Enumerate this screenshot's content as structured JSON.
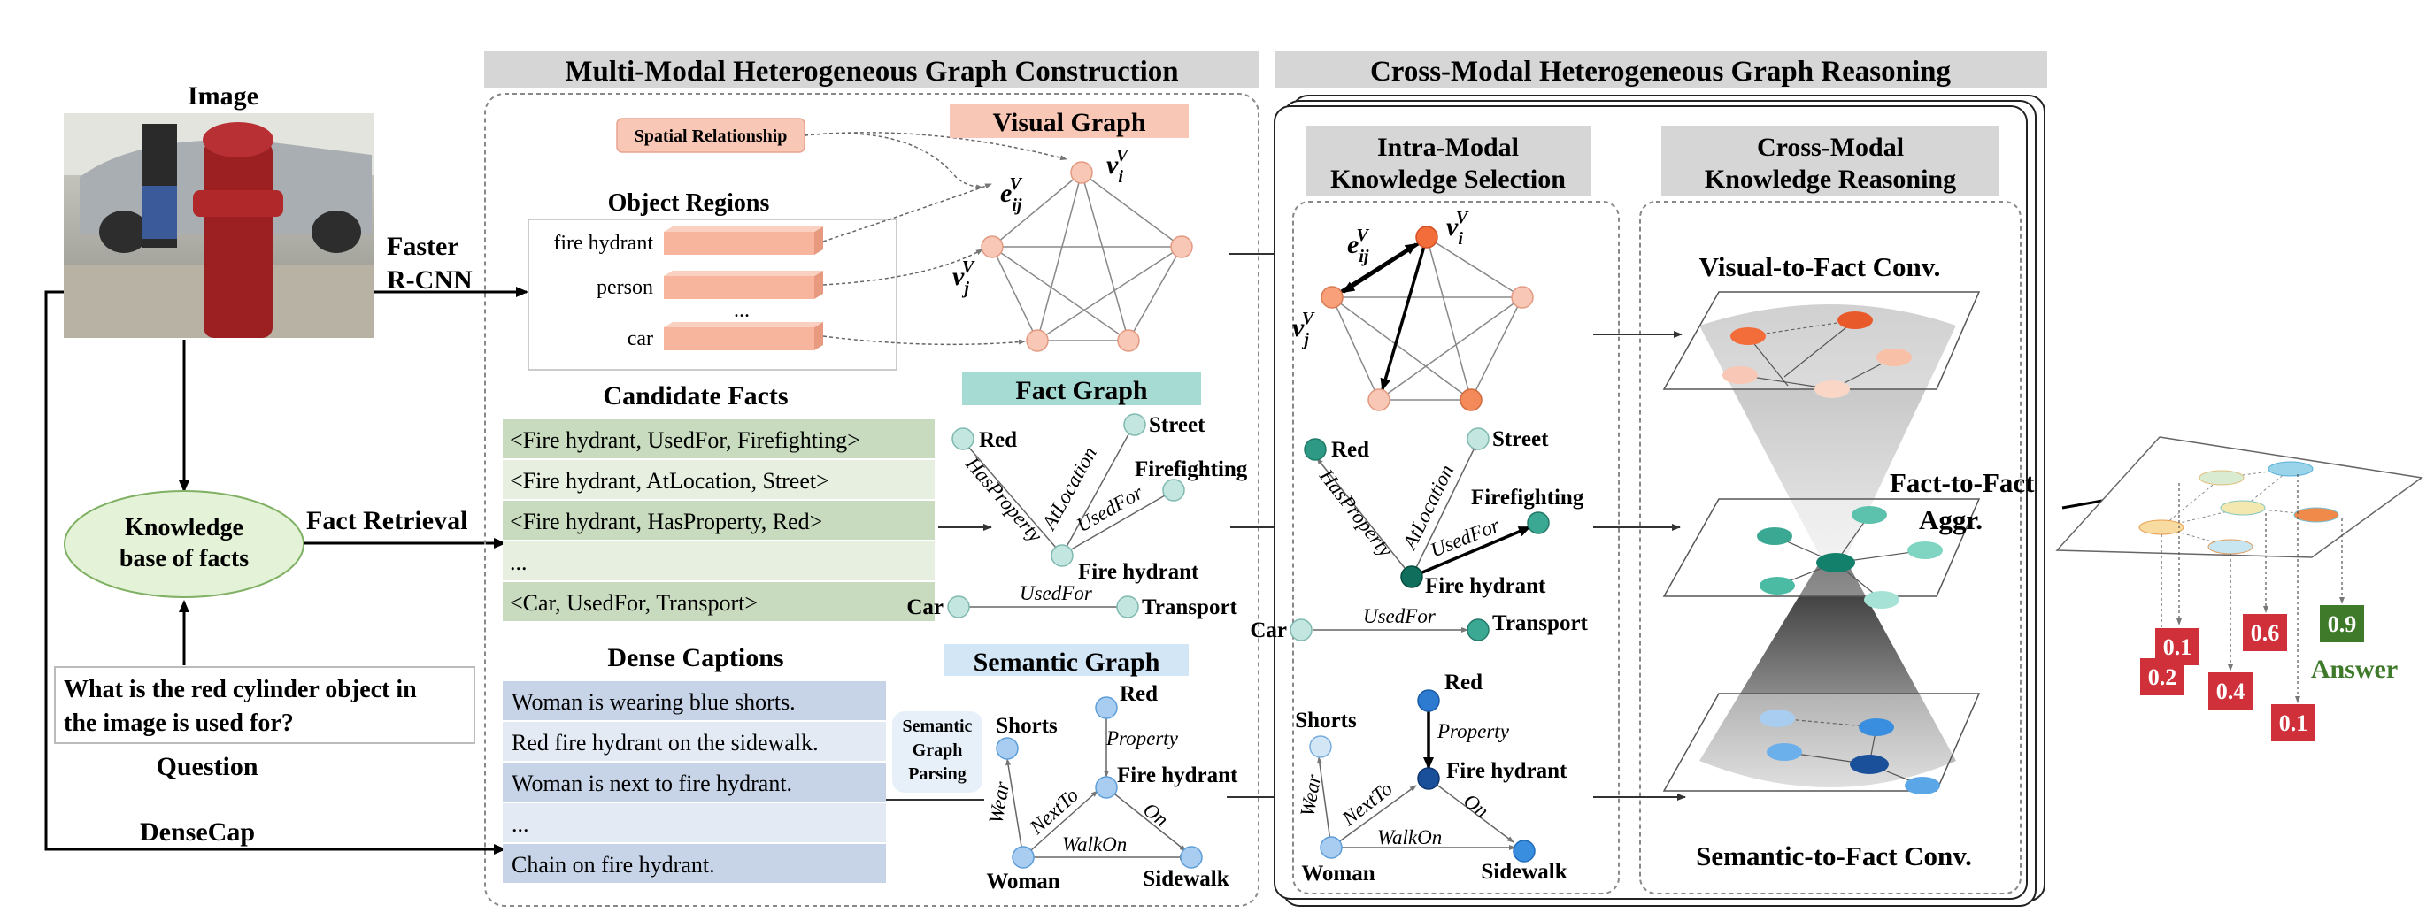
{
  "input": {
    "image_label": "Image",
    "faster_rcnn": [
      "Faster",
      "R-CNN"
    ],
    "knowledge_base": [
      "Knowledge",
      "base of facts"
    ],
    "fact_retrieval": "Fact Retrieval",
    "question_text": [
      "What is the red cylinder object in",
      "the image is used for?"
    ],
    "question_label": "Question",
    "densecap": "DenseCap"
  },
  "construction": {
    "header": "Multi-Modal Heterogeneous Graph Construction",
    "spatial_relationship": "Spatial Relationship",
    "object_regions_title": "Object Regions",
    "object_regions": [
      "fire hydrant",
      "person",
      "...",
      "car"
    ],
    "visual_graph_title": "Visual Graph",
    "candidate_facts_title": "Candidate Facts",
    "candidate_facts": [
      "<Fire hydrant, UsedFor, Firefighting>",
      "<Fire hydrant, AtLocation, Street>",
      "<Fire hydrant, HasProperty, Red>",
      "...",
      "<Car, UsedFor, Transport>"
    ],
    "fact_graph_title": "Fact Graph",
    "dense_captions_title": "Dense Captions",
    "dense_captions": [
      "Woman is wearing blue shorts.",
      "Red fire hydrant on the sidewalk.",
      "Woman is next to fire hydrant.",
      "...",
      "Chain on fire hydrant."
    ],
    "semantic_parsing": [
      "Semantic",
      "Graph",
      "Parsing"
    ],
    "semantic_graph_title": "Semantic Graph"
  },
  "graph_labels": {
    "e_ij": "e",
    "v_i": "v",
    "v_j": "v",
    "sub_ij": "ij",
    "sub_i": "i",
    "sub_j": "j",
    "sup_v": "V",
    "red": "Red",
    "street": "Street",
    "firefighting": "Firefighting",
    "fire_hydrant": "Fire hydrant",
    "car": "Car",
    "transport": "Transport",
    "has_property": "HasProperty",
    "at_location": "AtLocation",
    "used_for": "UsedFor",
    "shorts": "Shorts",
    "woman": "Woman",
    "sidewalk": "Sidewalk",
    "property": "Property",
    "wear": "Wear",
    "next_to": "NextTo",
    "on": "On",
    "walk_on": "WalkOn"
  },
  "reasoning": {
    "header": "Cross-Modal Heterogeneous Graph Reasoning",
    "intra_modal": [
      "Intra-Modal",
      "Knowledge Selection"
    ],
    "cross_modal": [
      "Cross-Modal",
      "Knowledge Reasoning"
    ],
    "visual_to_fact": "Visual-to-Fact Conv.",
    "fact_to_fact": [
      "Fact-to-Fact",
      "Aggr."
    ],
    "semantic_to_fact": "Semantic-to-Fact Conv."
  },
  "output": {
    "scores": [
      "0.2",
      "0.1",
      "0.4",
      "0.6",
      "0.1",
      "0.9"
    ],
    "answer_label": "Answer"
  },
  "colors": {
    "header_gray": "#d6d6d6",
    "visual_salmon": "#f9c7b5",
    "fact_teal": "#a6dbd3",
    "semantic_blue": "#d3e6f6",
    "fact_row_dark": "#c8dbbf",
    "fact_row_light": "#e6efe0",
    "caption_row_dark": "#c7d4e8",
    "caption_row_light": "#e3eaf4",
    "kb_green": "#e4f3d8",
    "score_red": "#d0303a",
    "answer_green": "#3f7a2a"
  }
}
